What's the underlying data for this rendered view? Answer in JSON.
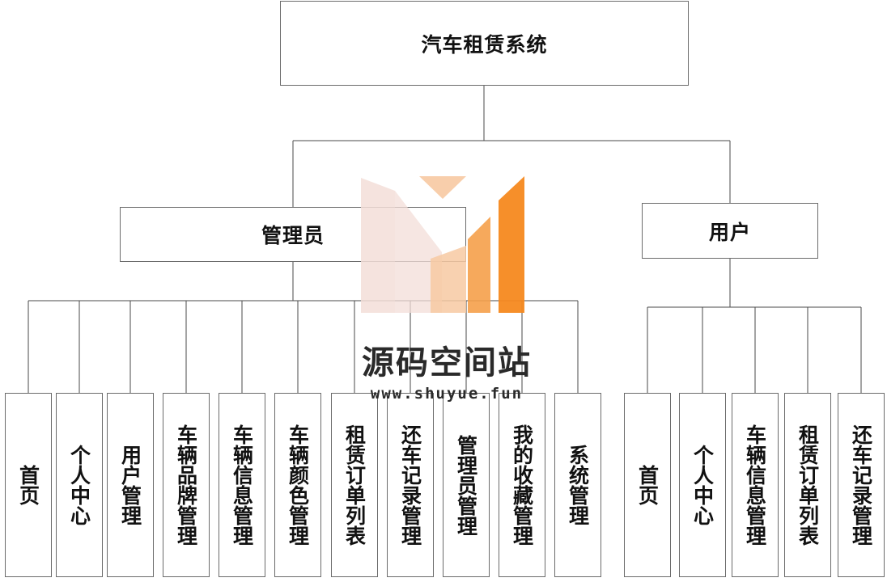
{
  "root": {
    "label": "汽车租赁系统"
  },
  "admin": {
    "label": "管理员",
    "children": [
      "首页",
      "个人中心",
      "用户管理",
      "车辆品牌管理",
      "车辆信息管理",
      "车辆颜色管理",
      "租赁订单列表",
      "还车记录管理",
      "管理员管理",
      "我的收藏管理",
      "系统管理"
    ]
  },
  "user": {
    "label": "用户",
    "children": [
      "首页",
      "个人中心",
      "车辆信息管理",
      "租赁订单列表",
      "还车记录管理"
    ]
  },
  "watermark": {
    "title": "源码空间站",
    "url": "www.shuyue.fun"
  },
  "colors": {
    "line": "#4a4a4a",
    "border": "#6b6b6b",
    "accent": "#f5891f",
    "accent_light": "#f7c9a2",
    "accent_pale": "#f3ded8"
  }
}
